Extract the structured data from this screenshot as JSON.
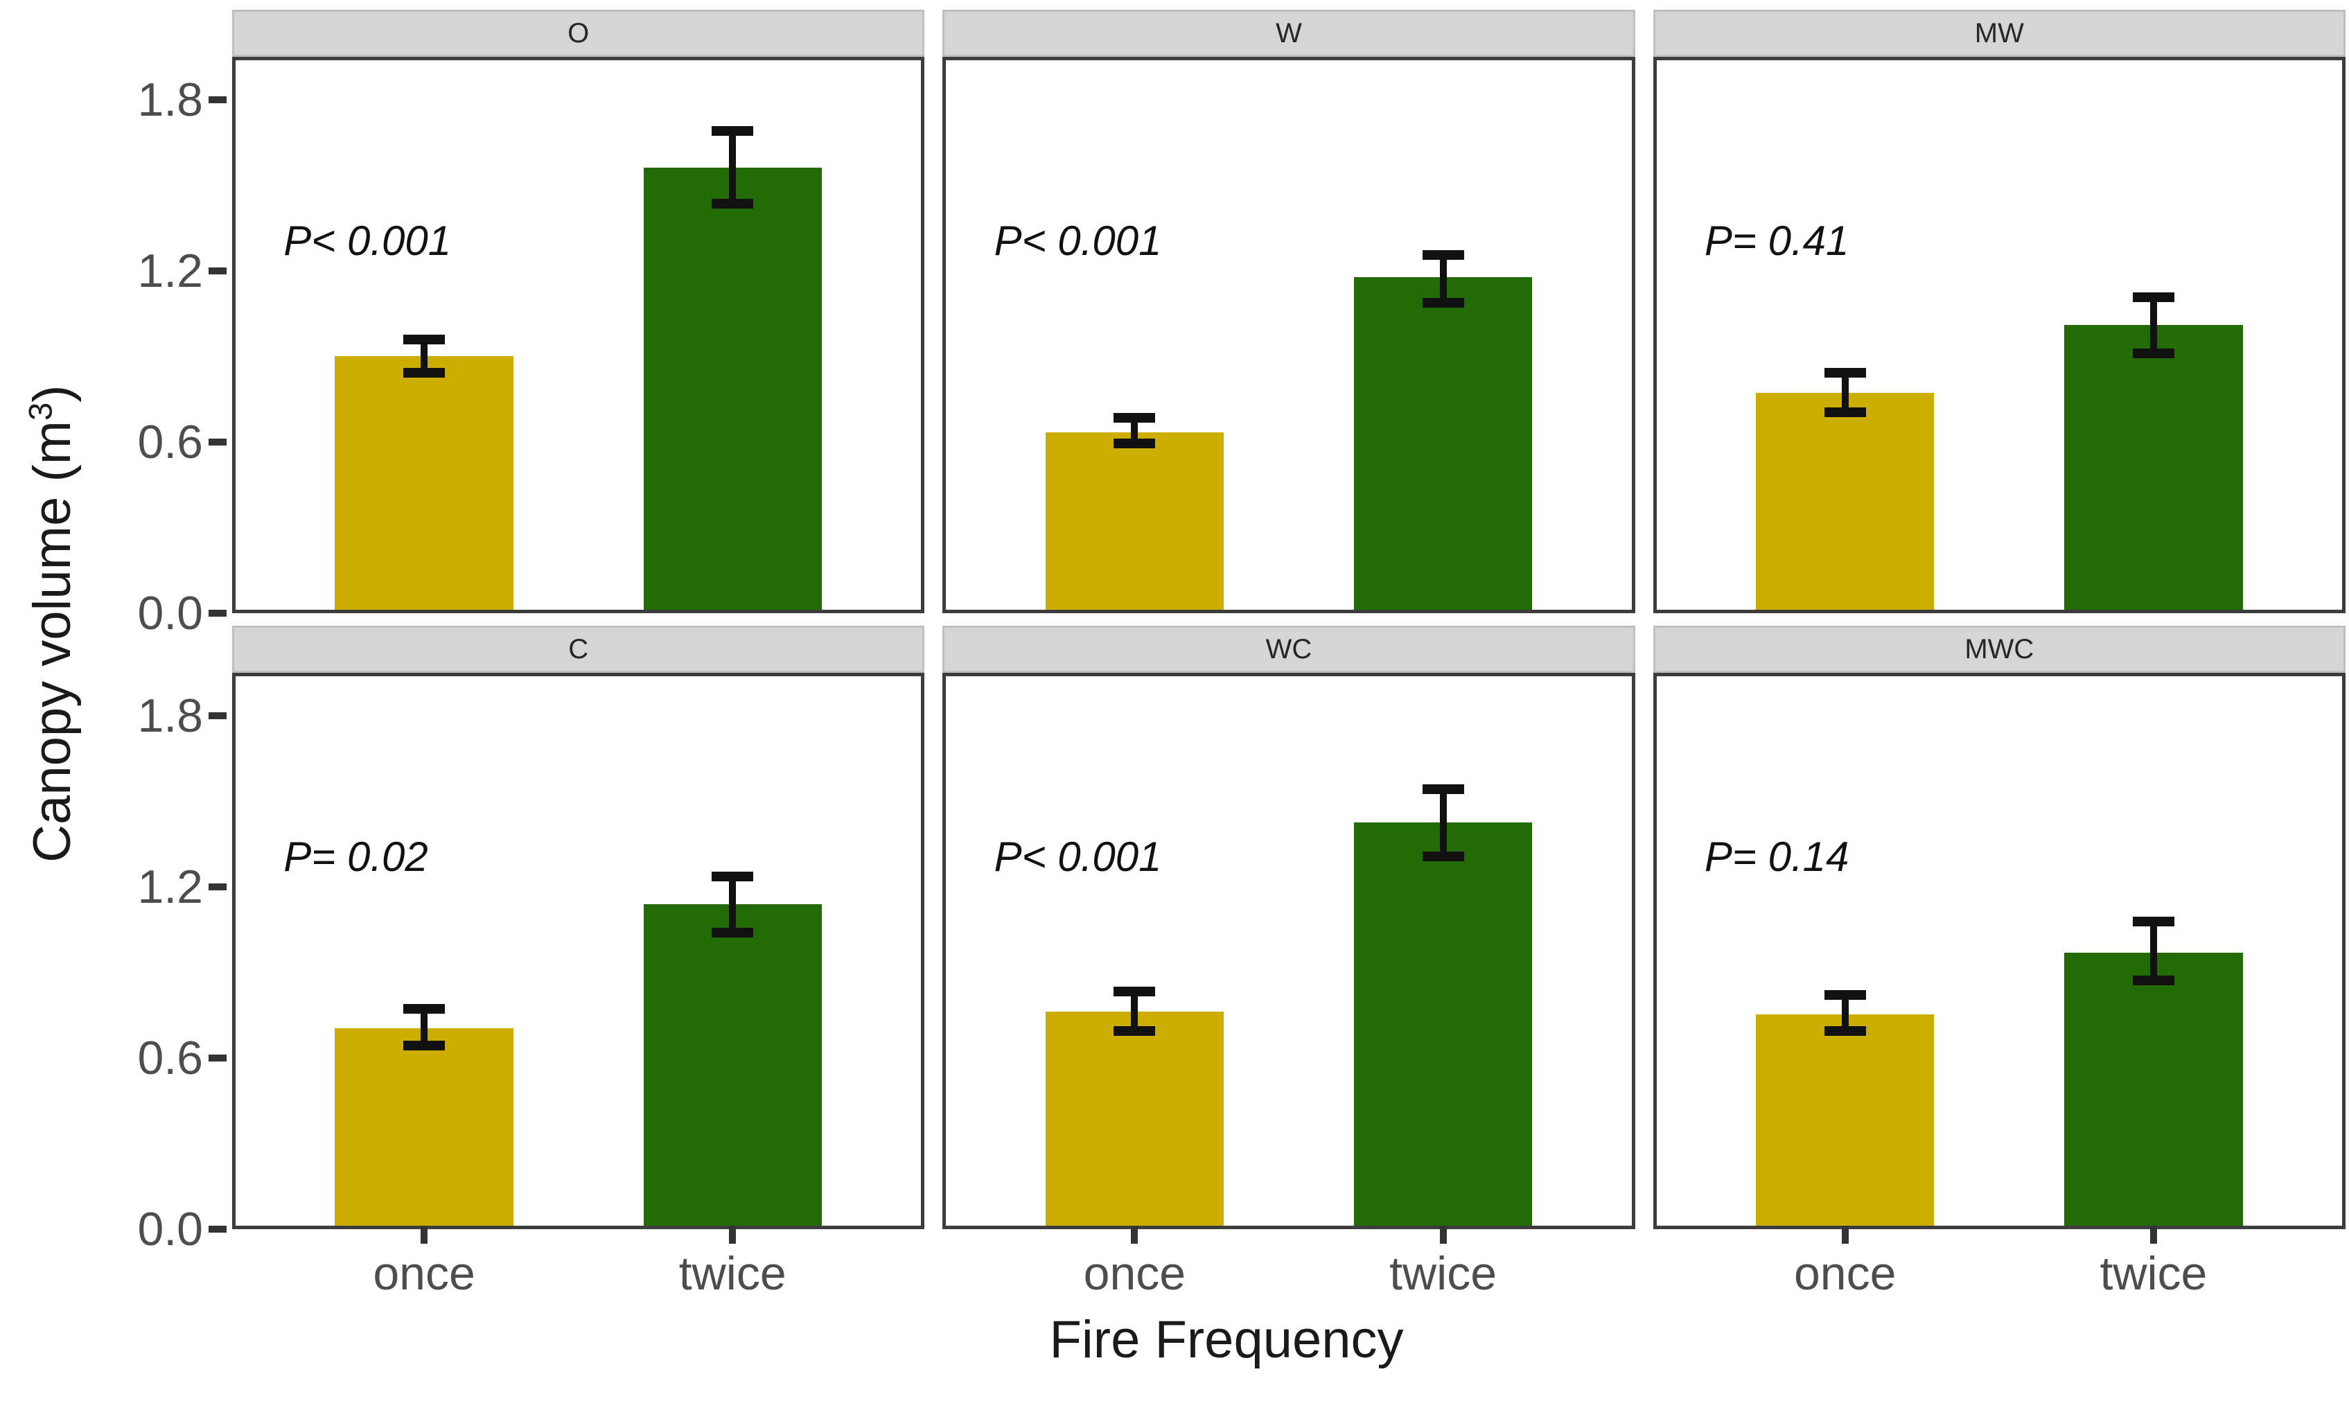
{
  "chart_data": {
    "type": "bar",
    "title": "",
    "xlabel": "Fire Frequency",
    "ylabel": "Canopy volume (m3)",
    "ylabel_base": "Canopy volume (m",
    "ylabel_sup": "3",
    "ylabel_tail": ")",
    "categories": [
      "once",
      "twice"
    ],
    "ylim": [
      0.0,
      1.95
    ],
    "yticks": [
      0.0,
      0.6,
      1.2,
      1.8
    ],
    "ytick_labels": [
      "0.0",
      "0.6",
      "1.2",
      "1.8"
    ],
    "grid": false,
    "legend": "none",
    "facet_layout": {
      "rows": 2,
      "cols": 3
    },
    "colors": {
      "once": "#ccad00",
      "twice": "#226b05",
      "strip_fill": "#d5d5d5",
      "panel_border": "#3d3d3d",
      "error_bar": "#111111",
      "tick_text": "#4d4d4d",
      "axis_title": "#1a1a1a"
    },
    "error_bar_type": "standard error",
    "panels": [
      {
        "label": "O",
        "annotation": "P< 0.001",
        "bars": [
          {
            "category": "once",
            "value": 0.9,
            "err_low": 0.84,
            "err_high": 0.96
          },
          {
            "category": "twice",
            "value": 1.57,
            "err_low": 1.44,
            "err_high": 1.7
          }
        ]
      },
      {
        "label": "W",
        "annotation": "P< 0.001",
        "bars": [
          {
            "category": "once",
            "value": 0.63,
            "err_low": 0.59,
            "err_high": 0.68
          },
          {
            "category": "twice",
            "value": 1.18,
            "err_low": 1.09,
            "err_high": 1.26
          }
        ]
      },
      {
        "label": "MW",
        "annotation": "P= 0.41",
        "bars": [
          {
            "category": "once",
            "value": 0.77,
            "err_low": 0.7,
            "err_high": 0.84
          },
          {
            "category": "twice",
            "value": 1.01,
            "err_low": 0.91,
            "err_high": 1.11
          }
        ]
      },
      {
        "label": "C",
        "annotation": "P= 0.02",
        "bars": [
          {
            "category": "once",
            "value": 0.7,
            "err_low": 0.64,
            "err_high": 0.77
          },
          {
            "category": "twice",
            "value": 1.14,
            "err_low": 1.04,
            "err_high": 1.24
          }
        ]
      },
      {
        "label": "WC",
        "annotation": "P< 0.001",
        "bars": [
          {
            "category": "once",
            "value": 0.76,
            "err_low": 0.69,
            "err_high": 0.83
          },
          {
            "category": "twice",
            "value": 1.43,
            "err_low": 1.31,
            "err_high": 1.55
          }
        ]
      },
      {
        "label": "MWC",
        "annotation": "P= 0.14",
        "bars": [
          {
            "category": "once",
            "value": 0.75,
            "err_low": 0.69,
            "err_high": 0.82
          },
          {
            "category": "twice",
            "value": 0.97,
            "err_low": 0.87,
            "err_high": 1.08
          }
        ]
      }
    ]
  }
}
